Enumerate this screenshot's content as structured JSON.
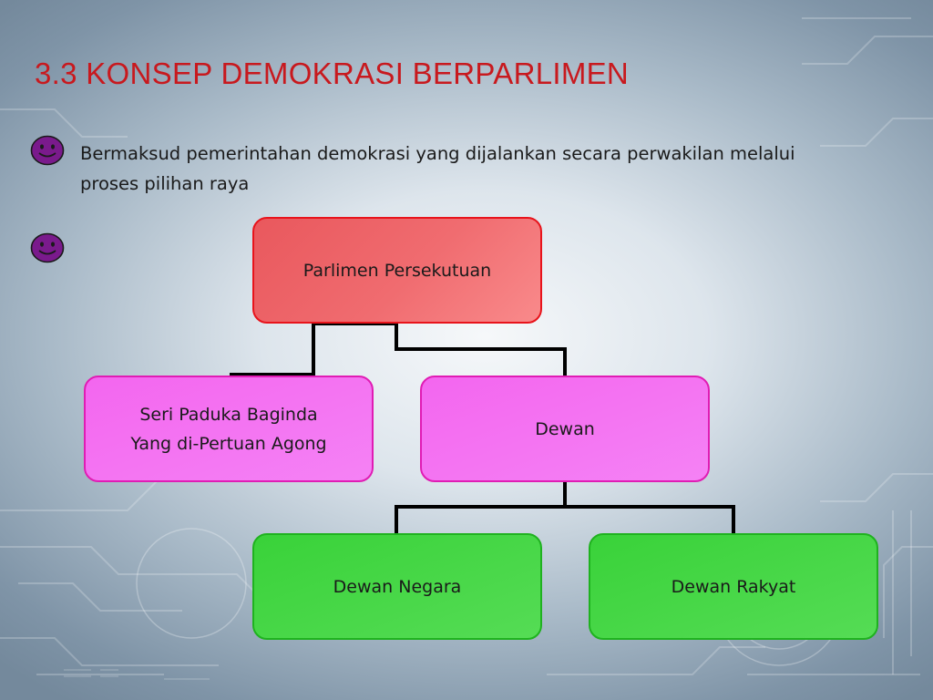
{
  "slide": {
    "title": "3.3 KONSEP DEMOKRASI BERPARLIMEN",
    "bullets": [
      {
        "text": "Bermaksud pemerintahan demokrasi yang dijalankan secara perwakilan melalui proses pilihan raya",
        "icon": "smiley-icon"
      },
      {
        "text": "",
        "icon": "smiley-icon"
      }
    ]
  },
  "org_chart": {
    "root": "Parlimen Persekutuan",
    "level2": [
      "Seri Paduka Baginda\nYang di-Pertuan Agong",
      "Dewan"
    ],
    "level3": [
      "Dewan Negara",
      "Dewan Rakyat"
    ]
  },
  "colors": {
    "title": "#c8191e",
    "root_fill": "#f06c70",
    "root_border": "#e8131b",
    "level2_fill": "#f57af3",
    "level2_border": "#e01cb4",
    "level3_fill": "#46d846",
    "level3_border": "#1fb21f",
    "bullet_icon": "#7a1a8c"
  }
}
